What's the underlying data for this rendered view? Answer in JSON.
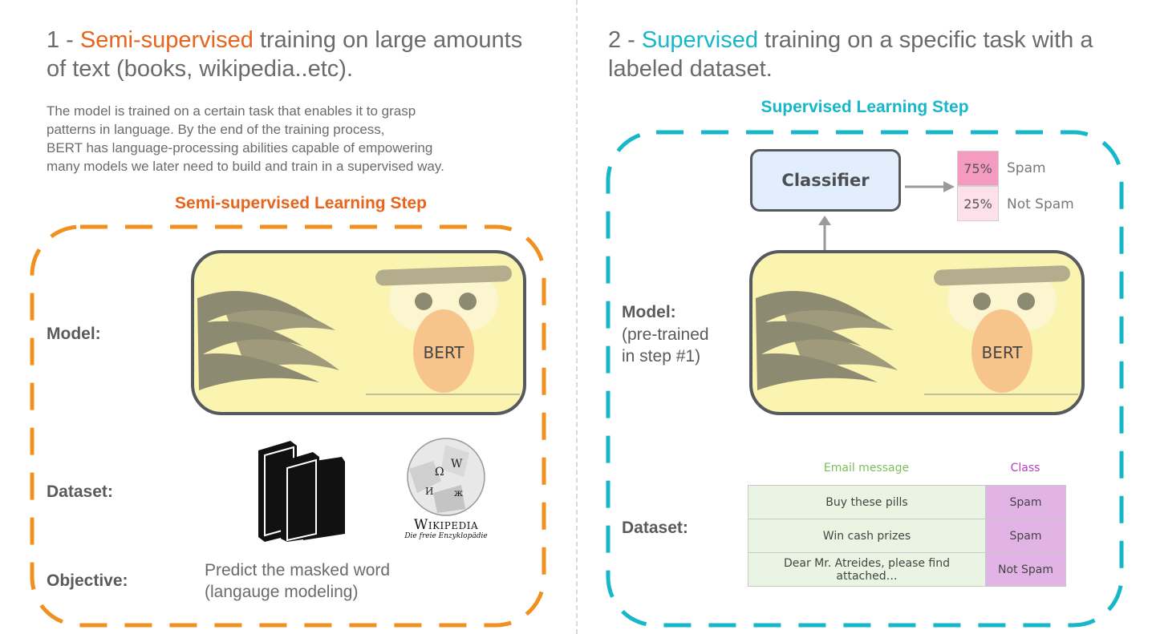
{
  "left": {
    "heading": {
      "prefix": "1 - ",
      "highlight": "Semi-supervised",
      "rest_line1": " training on large amounts",
      "line2": "of text (books, wikipedia..etc)."
    },
    "description": [
      "The model is trained on a certain task that enables it to grasp",
      "patterns in language. By the end of the training process,",
      "BERT has language-processing abilities capable of empowering",
      "many models we later need to build and train in a supervised way."
    ],
    "step_title": "Semi-supervised Learning Step",
    "model_label": "Model:",
    "dataset_label": "Dataset:",
    "objective_label": "Objective:",
    "bert_label": "BERT",
    "objective_text": [
      "Predict the masked word",
      "(langauge modeling)"
    ],
    "wikipedia_logo_text": "Wikipedia",
    "wikipedia_logo_sub": "Die freie Enzyklopädie"
  },
  "right": {
    "heading": {
      "prefix": "2 - ",
      "highlight": "Supervised",
      "rest_line1": " training on a specific task with a",
      "line2": "labeled dataset."
    },
    "step_title": "Supervised Learning Step",
    "model_label": "Model:",
    "model_sub": [
      "(pre-trained",
      "in step #1)"
    ],
    "dataset_label": "Dataset:",
    "bert_label": "BERT",
    "classifier_label": "Classifier",
    "outputs": [
      {
        "percent": "75%",
        "label": "Spam",
        "color": "#f59ac0"
      },
      {
        "percent": "25%",
        "label": "Not Spam",
        "color": "#fde0ea"
      }
    ],
    "table": {
      "col_message": "Email message",
      "col_class": "Class",
      "col_message_color": "#7cbf5a",
      "col_class_color": "#b442c0",
      "rows": [
        {
          "message": "Buy these pills",
          "class": "Spam"
        },
        {
          "message": "Win cash prizes",
          "class": "Spam"
        },
        {
          "message": "Dear Mr. Atreides, please find attached…",
          "class": "Not Spam"
        }
      ]
    }
  },
  "colors": {
    "orange": "#e8641c",
    "teal": "#16b7c9",
    "bert_face": "#fbf3b0",
    "bert_nose": "#f7c48c"
  }
}
